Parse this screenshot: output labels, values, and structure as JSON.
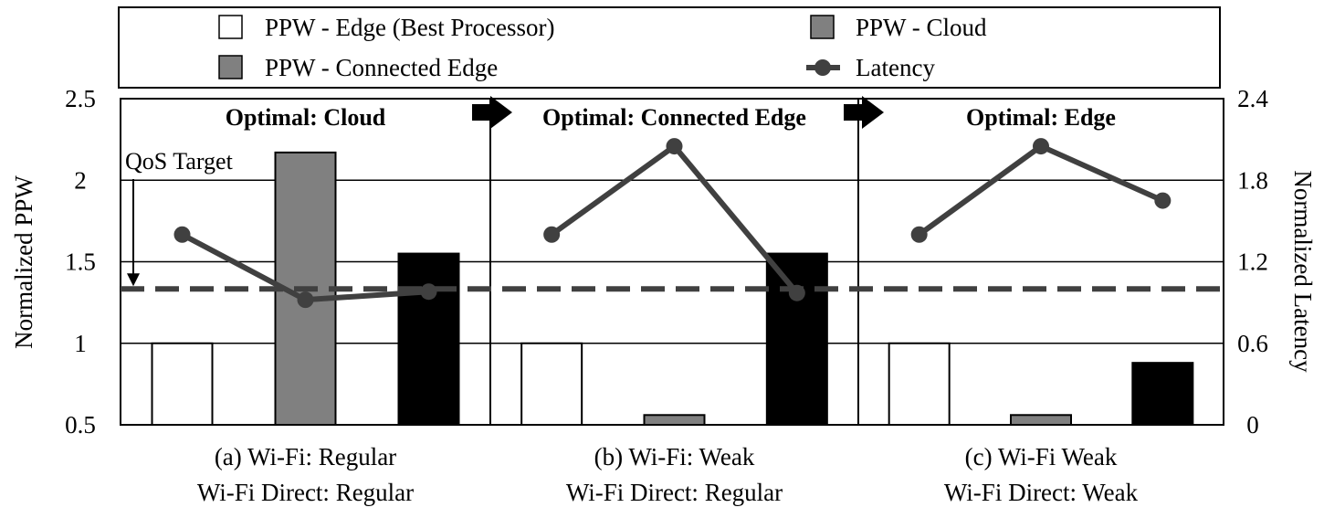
{
  "chart_data": {
    "type": "bar",
    "legend": {
      "position": "top",
      "entries": [
        {
          "key": "edge",
          "label": "PPW - Edge (Best Processor)",
          "kind": "bar",
          "color": "#ffffff"
        },
        {
          "key": "cloud",
          "label": "PPW - Cloud",
          "kind": "bar",
          "color": "#808080"
        },
        {
          "key": "connected",
          "label": "PPW - Connected Edge",
          "kind": "bar",
          "color": "#808080"
        },
        {
          "key": "latency",
          "label": "Latency",
          "kind": "line",
          "color": "#404040"
        }
      ]
    },
    "left_axis": {
      "label": "Normalized PPW",
      "min": 0.5,
      "max": 2.5,
      "ticks": [
        "0.5",
        "1",
        "1.5",
        "2",
        "2.5"
      ]
    },
    "right_axis": {
      "label": "Normalized Latency",
      "min": 0,
      "max": 2.4,
      "ticks": [
        "0",
        "0.6",
        "1.2",
        "1.8",
        "2.4"
      ]
    },
    "qos_target": {
      "label": "QoS Target",
      "latency": 1.0
    },
    "grid": true,
    "panels": [
      {
        "title": "Optimal: Cloud",
        "caption_line1": "(a) Wi-Fi: Regular",
        "caption_line2": "Wi-Fi Direct: Regular",
        "bars": [
          {
            "series": "edge",
            "value": 1.0,
            "color": "#ffffff"
          },
          {
            "series": "cloud",
            "value": 2.17,
            "color": "#808080"
          },
          {
            "series": "connected",
            "value": 1.55,
            "color": "#000000"
          }
        ],
        "latency": [
          1.4,
          0.92,
          0.98
        ]
      },
      {
        "title": "Optimal: Connected Edge",
        "caption_line1": "(b) Wi-Fi: Weak",
        "caption_line2": "Wi-Fi Direct: Regular",
        "bars": [
          {
            "series": "edge",
            "value": 1.0,
            "color": "#ffffff"
          },
          {
            "series": "cloud",
            "value": 0.56,
            "color": "#808080"
          },
          {
            "series": "connected",
            "value": 1.55,
            "color": "#000000"
          }
        ],
        "latency": [
          1.4,
          2.05,
          0.97
        ]
      },
      {
        "title": "Optimal: Edge",
        "caption_line1": "(c) Wi-Fi Weak",
        "caption_line2": "Wi-Fi Direct: Weak",
        "bars": [
          {
            "series": "edge",
            "value": 1.0,
            "color": "#ffffff"
          },
          {
            "series": "cloud",
            "value": 0.56,
            "color": "#808080"
          },
          {
            "series": "connected",
            "value": 0.88,
            "color": "#000000"
          }
        ],
        "latency": [
          1.4,
          2.05,
          1.65
        ]
      }
    ]
  }
}
